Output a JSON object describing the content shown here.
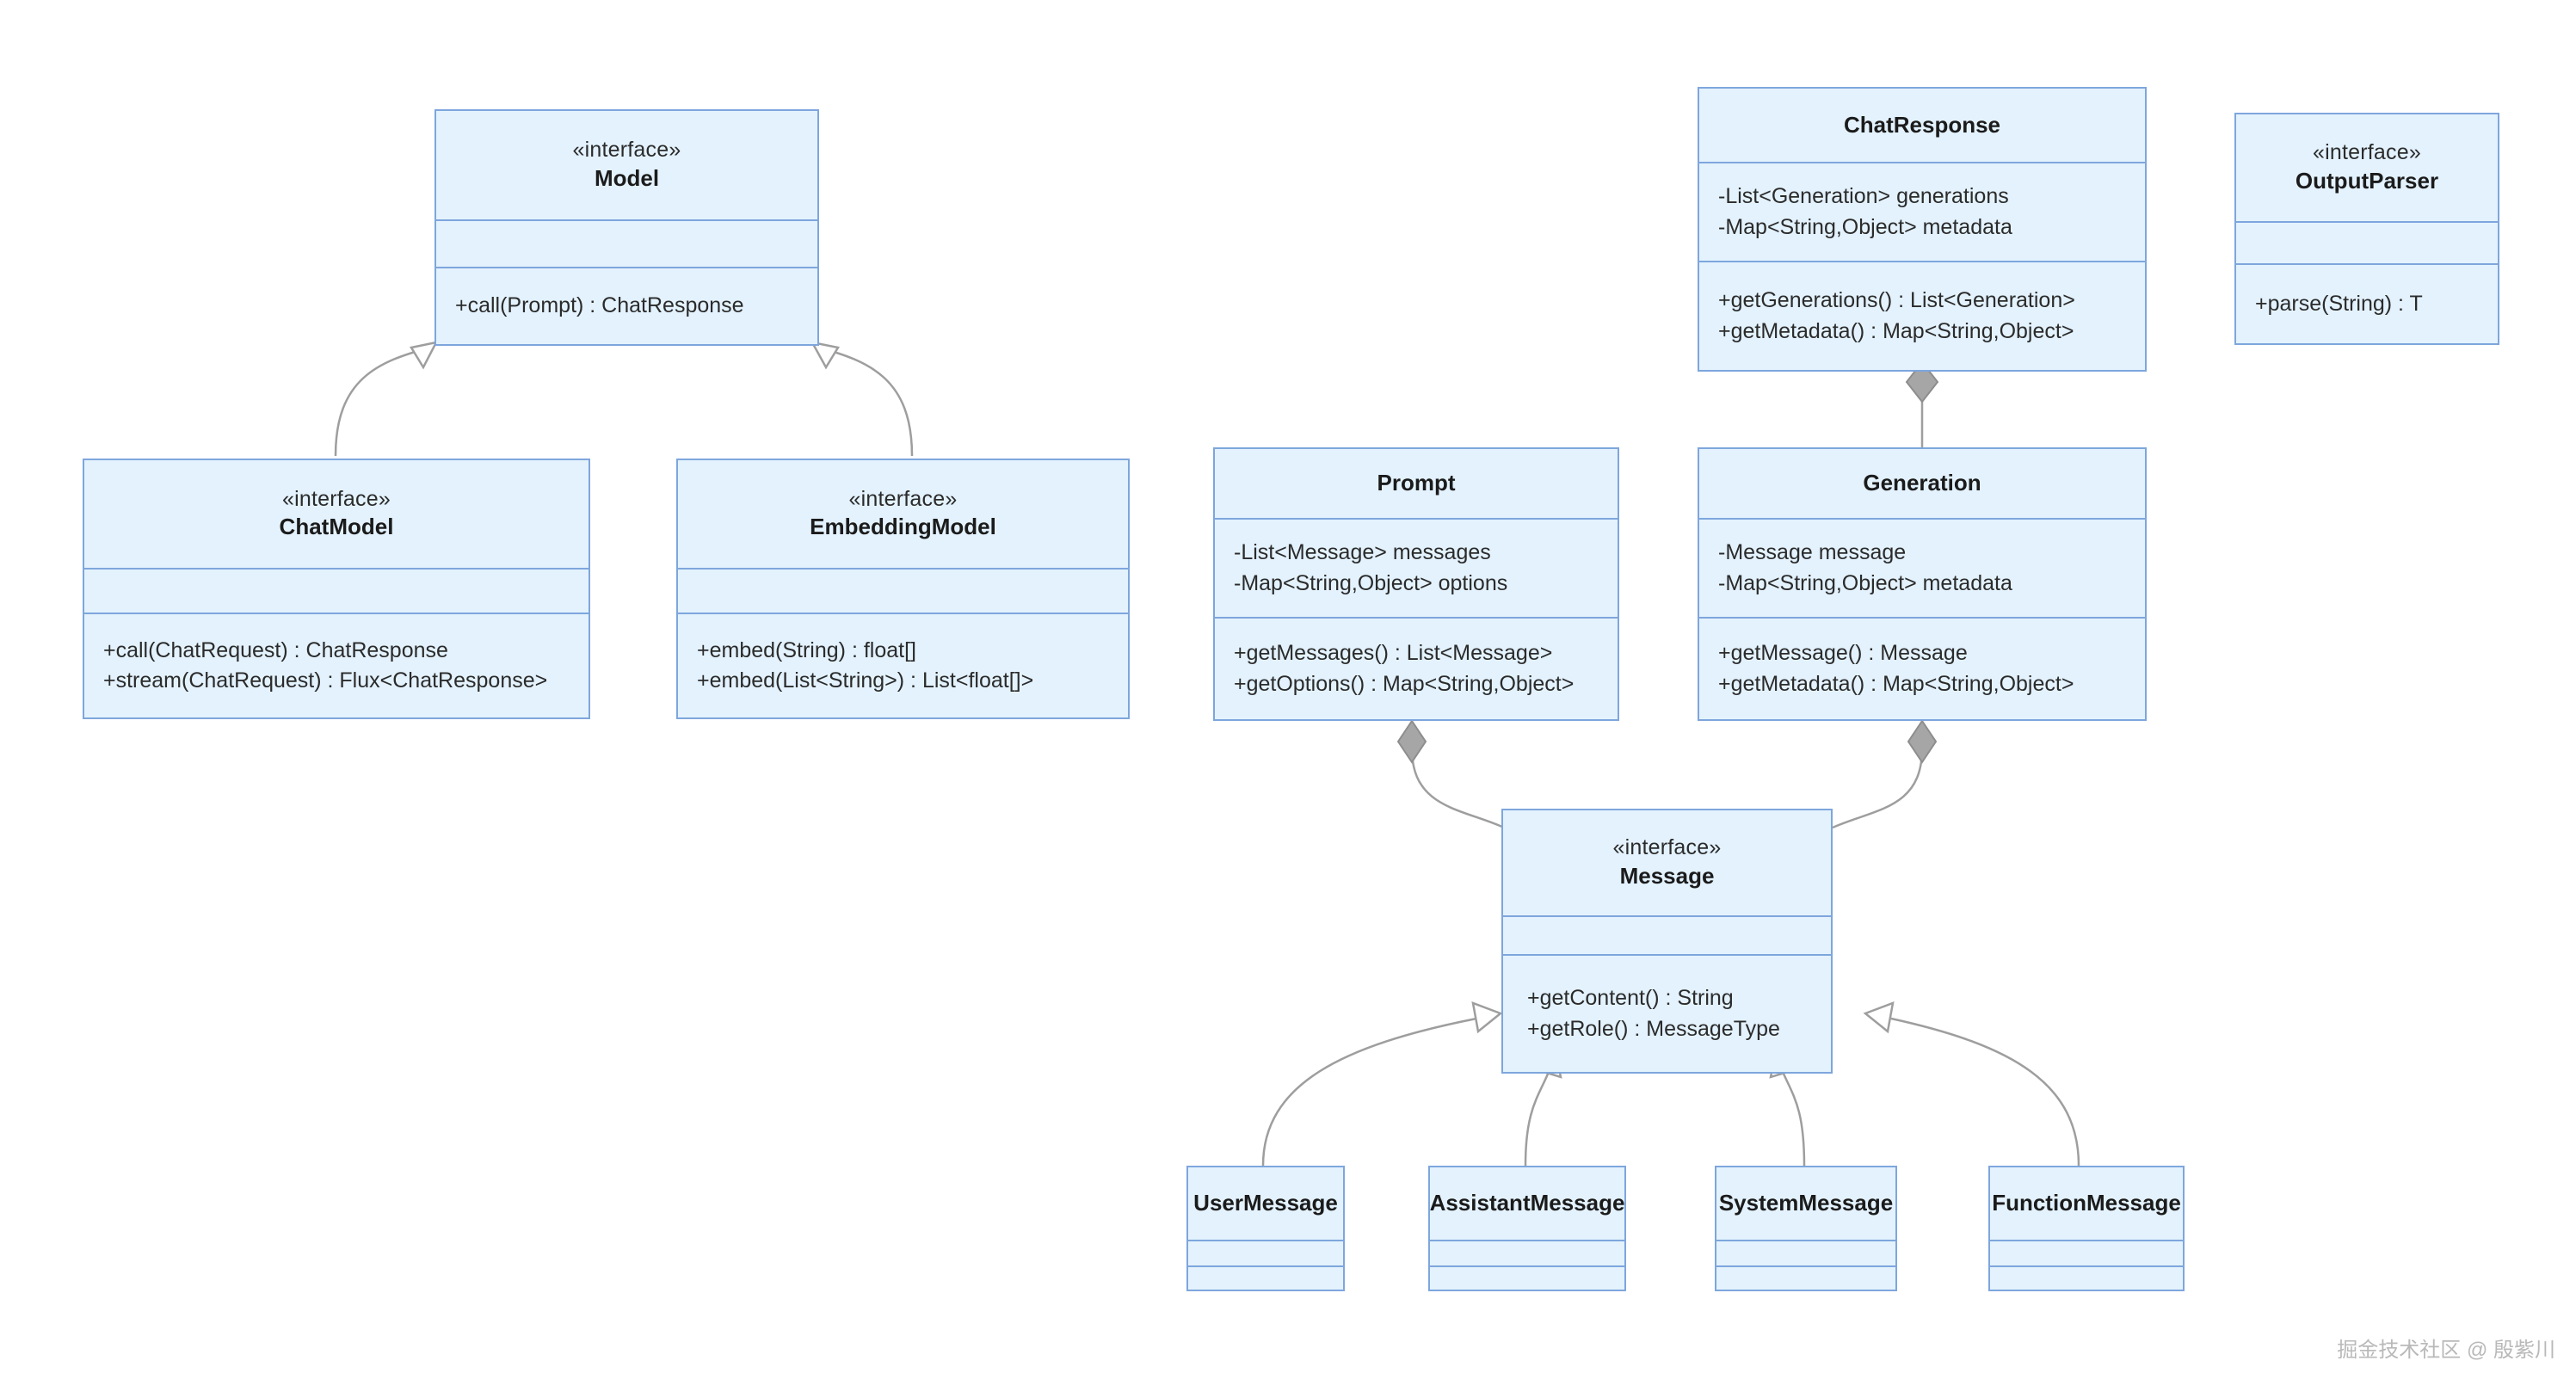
{
  "diagram": {
    "kind": "uml-class-diagram",
    "background": "#ffffff",
    "box_fill": "#e3f2fd",
    "box_border": "#7ea6dd",
    "edge_color": "#9e9e9e",
    "diamond_fill": "#a6a6a6",
    "stereotype_label": "«interface»",
    "watermark": "掘金技术社区 @ 殷紫川"
  },
  "classes": {
    "model": {
      "stereotype": "«interface»",
      "name": "Model",
      "attributes": [],
      "methods": [
        "+call(Prompt) : ChatResponse"
      ]
    },
    "chat_model": {
      "stereotype": "«interface»",
      "name": "ChatModel",
      "attributes": [],
      "methods": [
        "+call(ChatRequest) : ChatResponse",
        "+stream(ChatRequest) : Flux<ChatResponse>"
      ]
    },
    "embedding_model": {
      "stereotype": "«interface»",
      "name": "EmbeddingModel",
      "attributes": [],
      "methods": [
        "+embed(String) : float[]",
        "+embed(List<String>) : List<float[]>"
      ]
    },
    "chat_response": {
      "stereotype": "",
      "name": "ChatResponse",
      "attributes": [
        "-List<Generation> generations",
        "-Map<String,Object> metadata"
      ],
      "methods": [
        "+getGenerations() : List<Generation>",
        "+getMetadata() : Map<String,Object>"
      ]
    },
    "output_parser": {
      "stereotype": "«interface»",
      "name": "OutputParser",
      "attributes": [],
      "methods": [
        "+parse(String) : T"
      ]
    },
    "prompt": {
      "stereotype": "",
      "name": "Prompt",
      "attributes": [
        "-List<Message> messages",
        "-Map<String,Object> options"
      ],
      "methods": [
        "+getMessages() : List<Message>",
        "+getOptions() : Map<String,Object>"
      ]
    },
    "generation": {
      "stereotype": "",
      "name": "Generation",
      "attributes": [
        "-Message message",
        "-Map<String,Object> metadata"
      ],
      "methods": [
        "+getMessage() : Message",
        "+getMetadata() : Map<String,Object>"
      ]
    },
    "message": {
      "stereotype": "«interface»",
      "name": "Message",
      "attributes": [],
      "methods": [
        "+getContent() : String",
        "+getRole() : MessageType"
      ]
    },
    "user_message": {
      "stereotype": "",
      "name": "UserMessage",
      "attributes": [],
      "methods": []
    },
    "assistant_message": {
      "stereotype": "",
      "name": "AssistantMessage",
      "attributes": [],
      "methods": []
    },
    "system_message": {
      "stereotype": "",
      "name": "SystemMessage",
      "attributes": [],
      "methods": []
    },
    "function_message": {
      "stereotype": "",
      "name": "FunctionMessage",
      "attributes": [],
      "methods": []
    }
  },
  "relations": [
    {
      "from": "chat_model",
      "to": "model",
      "type": "generalization"
    },
    {
      "from": "embedding_model",
      "to": "model",
      "type": "generalization"
    },
    {
      "from": "generation",
      "to": "chat_response",
      "type": "composition"
    },
    {
      "from": "message",
      "to": "prompt",
      "type": "composition"
    },
    {
      "from": "message",
      "to": "generation",
      "type": "composition"
    },
    {
      "from": "user_message",
      "to": "message",
      "type": "generalization"
    },
    {
      "from": "assistant_message",
      "to": "message",
      "type": "generalization"
    },
    {
      "from": "system_message",
      "to": "message",
      "type": "generalization"
    },
    {
      "from": "function_message",
      "to": "message",
      "type": "generalization"
    }
  ]
}
